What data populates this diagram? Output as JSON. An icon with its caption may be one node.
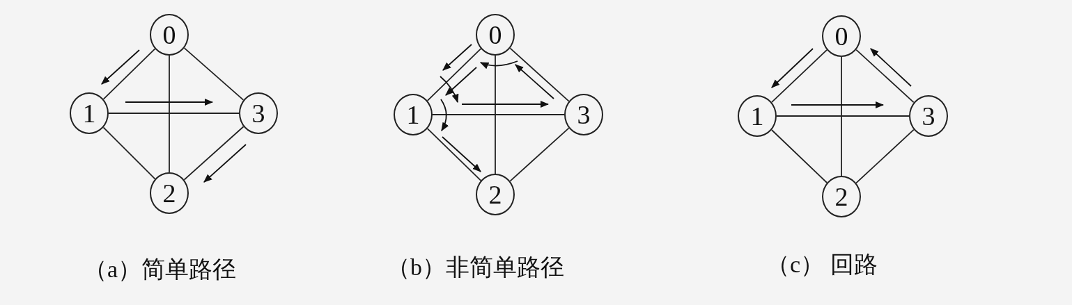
{
  "diagram": {
    "nodes": [
      {
        "text": [
          "0"
        ]
      },
      {
        "text": [
          "1"
        ]
      },
      {
        "text": [
          "3"
        ]
      },
      {
        "text": [
          "2"
        ]
      },
      {
        "text": [
          "0"
        ]
      },
      {
        "text": [
          "1"
        ]
      },
      {
        "text": [
          "3"
        ]
      },
      {
        "text": [
          "2"
        ]
      },
      {
        "text": [
          "0"
        ]
      },
      {
        "text": [
          "1"
        ]
      },
      {
        "text": [
          "3"
        ]
      },
      {
        "text": [
          "2"
        ]
      }
    ],
    "edges": [
      {
        "from": 0,
        "to": 1,
        "arrow": "none"
      },
      {
        "from": 0,
        "to": 3,
        "arrow": "none"
      },
      {
        "from": 0,
        "to": 2,
        "arrow": "none"
      },
      {
        "from": 1,
        "to": 2,
        "arrow": "none"
      },
      {
        "from": 1,
        "to": 3,
        "arrow": "none"
      },
      {
        "from": 2,
        "to": 3,
        "arrow": "none"
      },
      {
        "from": 4,
        "to": 5,
        "arrow": "none"
      },
      {
        "from": 4,
        "to": 7,
        "arrow": "none"
      },
      {
        "from": 4,
        "to": 6,
        "arrow": "none"
      },
      {
        "from": 5,
        "to": 7,
        "arrow": "none"
      },
      {
        "from": 5,
        "to": 6,
        "arrow": "none"
      },
      {
        "from": 6,
        "to": 7,
        "arrow": "none"
      },
      {
        "from": 8,
        "to": 9,
        "arrow": "none"
      },
      {
        "from": 8,
        "to": 11,
        "arrow": "none"
      },
      {
        "from": 8,
        "to": 10,
        "arrow": "none"
      },
      {
        "from": 9,
        "to": 11,
        "arrow": "none"
      },
      {
        "from": 9,
        "to": 10,
        "arrow": "none"
      },
      {
        "from": 10,
        "to": 11,
        "arrow": "none"
      }
    ],
    "labels": [
      "（a）简单路径",
      "（b）非简单路径",
      "（c） 回路"
    ]
  }
}
